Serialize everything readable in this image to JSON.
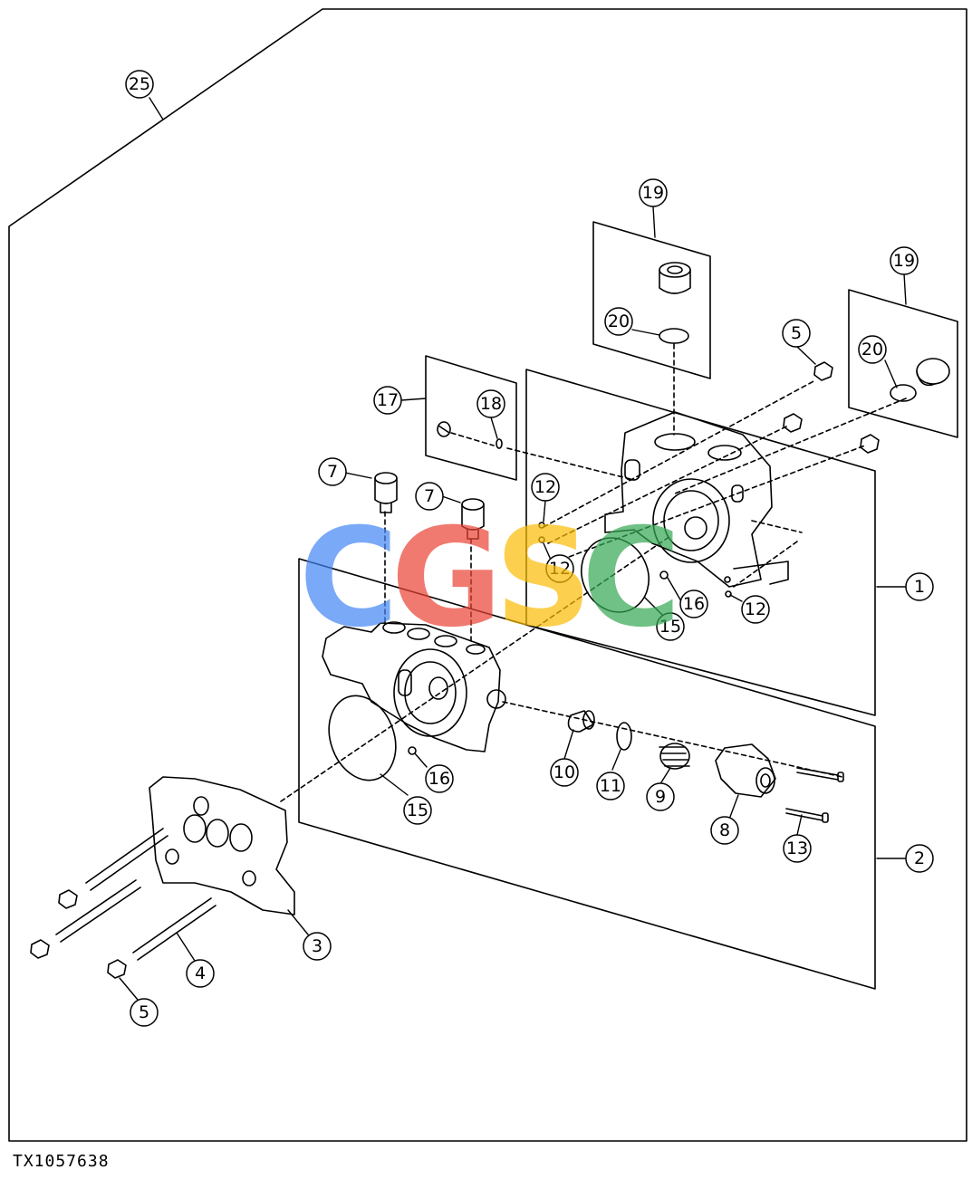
{
  "figure_id": "TX1057638",
  "watermark": {
    "letters": [
      "C",
      "G",
      "S",
      "C"
    ],
    "colors": [
      "#4285f4",
      "#ea4335",
      "#fbbc05",
      "#34a853"
    ]
  },
  "callouts": {
    "c25": "25",
    "c19a": "19",
    "c20a": "20",
    "c19b": "19",
    "c20b": "20",
    "c5a": "5",
    "c17": "17",
    "c18": "18",
    "c7a": "7",
    "c7b": "7",
    "c12a": "12",
    "c12b": "12",
    "c12c": "12",
    "c16a": "16",
    "c15a": "15",
    "c1": "1",
    "c10": "10",
    "c11": "11",
    "c9": "9",
    "c16b": "16",
    "c15b": "15",
    "c8": "8",
    "c13": "13",
    "c2": "2",
    "c3": "3",
    "c4": "4",
    "c5b": "5"
  }
}
